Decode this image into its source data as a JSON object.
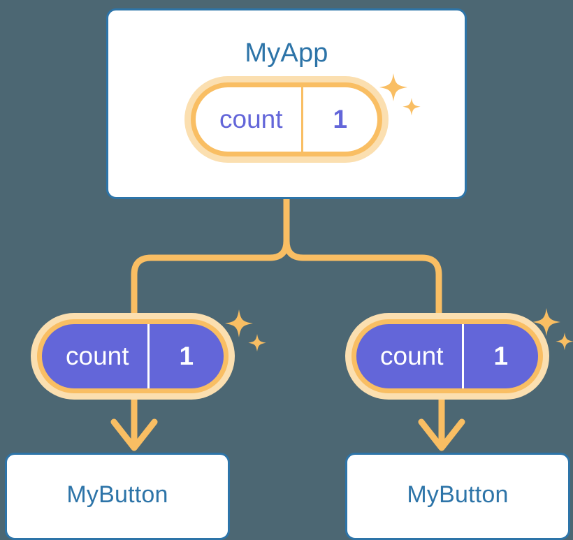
{
  "diagram": {
    "title_text": "MyApp",
    "background_color": "#4c6773",
    "accent_blue": "#2d74a8",
    "accent_purple": "#6366d9",
    "accent_orange": "#f9be63",
    "accent_orange_light": "#fbdfb0"
  },
  "app_card": {
    "title": "MyApp",
    "state_pill": {
      "key": "count",
      "value": "1",
      "sparkle_icon": "sparkle-icon"
    }
  },
  "children": [
    {
      "state_pill": {
        "key": "count",
        "value": "1",
        "sparkle_icon": "sparkle-icon"
      },
      "card": {
        "title": "MyButton"
      },
      "arrow_icon": "arrow-down-icon"
    },
    {
      "state_pill": {
        "key": "count",
        "value": "1",
        "sparkle_icon": "sparkle-icon"
      },
      "card": {
        "title": "MyButton"
      },
      "arrow_icon": "arrow-down-icon"
    }
  ]
}
